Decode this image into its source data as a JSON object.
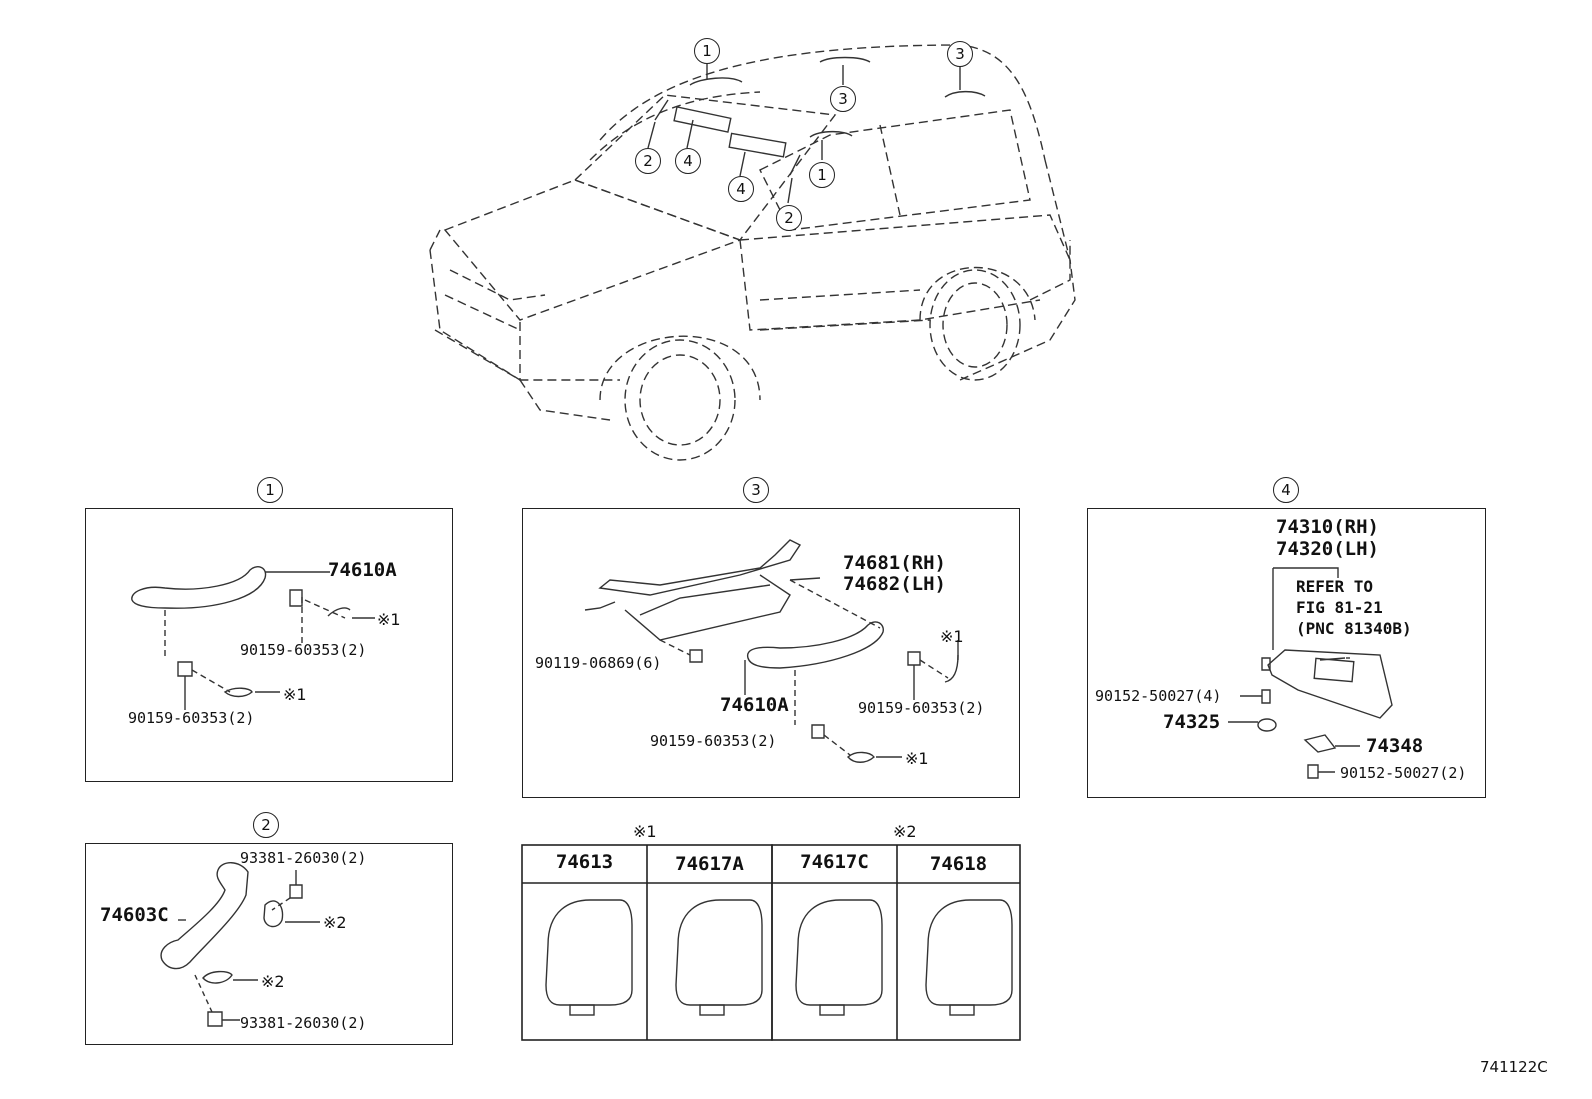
{
  "callouts": {
    "c1": "1",
    "c2": "2",
    "c3": "3",
    "c4": "4"
  },
  "note_marks": {
    "mark1": "※1",
    "mark2": "※2"
  },
  "panel1": {
    "main_part": "74610A",
    "bolt_upper": "90159-60353(2)",
    "bolt_lower": "90159-60353(2)"
  },
  "panel2": {
    "main_part": "74603C",
    "screw_upper": "93381-26030(2)",
    "screw_lower": "93381-26030(2)"
  },
  "panel3": {
    "bracket_rh": "74681(RH)",
    "bracket_lh": "74682(LH)",
    "bolt_left": "90119-06869(6)",
    "grip": "74610A",
    "bolt_right": "90159-60353(2)",
    "bolt_lower": "90159-60353(2)"
  },
  "panel4": {
    "visor_rh": "74310(RH)",
    "visor_lh": "74320(LH)",
    "refer_line1": "REFER TO",
    "refer_line2": "FIG 81-21",
    "refer_line3": "(PNC 81340B)",
    "screw_upper": "90152-50027(4)",
    "clip": "74325",
    "holder": "74348",
    "screw_lower": "90152-50027(2)"
  },
  "covers": {
    "group1_mark": "※1",
    "group2_mark": "※2",
    "parts": [
      "74613",
      "74617A",
      "74617C",
      "74618"
    ]
  },
  "figure_code": "741122C"
}
